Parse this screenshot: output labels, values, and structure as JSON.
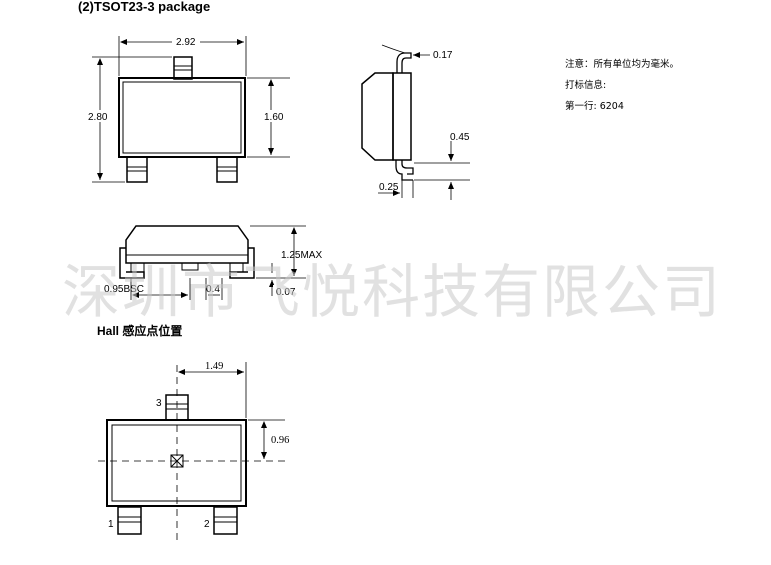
{
  "title": "(2)TSOT23-3 package",
  "dimensions": {
    "top_width": "2.92",
    "total_height": "2.80",
    "body_height": "1.60",
    "lead_thickness": "0.17",
    "lead_length": "0.45",
    "lead_foot": "0.25",
    "max_height": "1.25MAX",
    "pitch": "0.95BSC",
    "lead_width": "0.4",
    "standoff": "0.07"
  },
  "notes": {
    "line1": "注意：所有单位均为毫米。",
    "line2": "打标信息:",
    "line3": "第一行: 6204"
  },
  "watermark": "深圳市飞悦科技有限公司",
  "hall": {
    "title": "Hall 感应点位置",
    "x_offset": "1.49",
    "y_offset": "0.96",
    "pins": [
      "1",
      "2",
      "3"
    ]
  }
}
